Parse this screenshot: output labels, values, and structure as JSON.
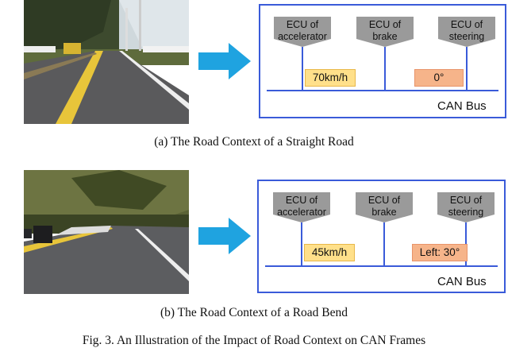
{
  "ecu_labels": {
    "accelerator": "ECU of\naccelerator",
    "brake": "ECU of\nbrake",
    "steering": "ECU of\nsteering"
  },
  "panels": [
    {
      "speed": "70km/h",
      "steering_value": "0°",
      "bus_label": "CAN Bus",
      "caption": "(a)  The Road Context of a Straight Road"
    },
    {
      "speed": "45km/h",
      "steering_value": "Left: 30°",
      "bus_label": "CAN Bus",
      "caption": "(b)  The Road Context of a Road Bend"
    }
  ],
  "figure_caption": "Fig. 3.  An Illustration of the Impact of Road Context on CAN Frames",
  "colors": {
    "bus_blue": "#3a5bd9",
    "arrow": "#1fa3e0",
    "ecu_fill": "#9a9a9a",
    "speed_fill": "#ffe08a",
    "steer_fill": "#f6b48a"
  }
}
